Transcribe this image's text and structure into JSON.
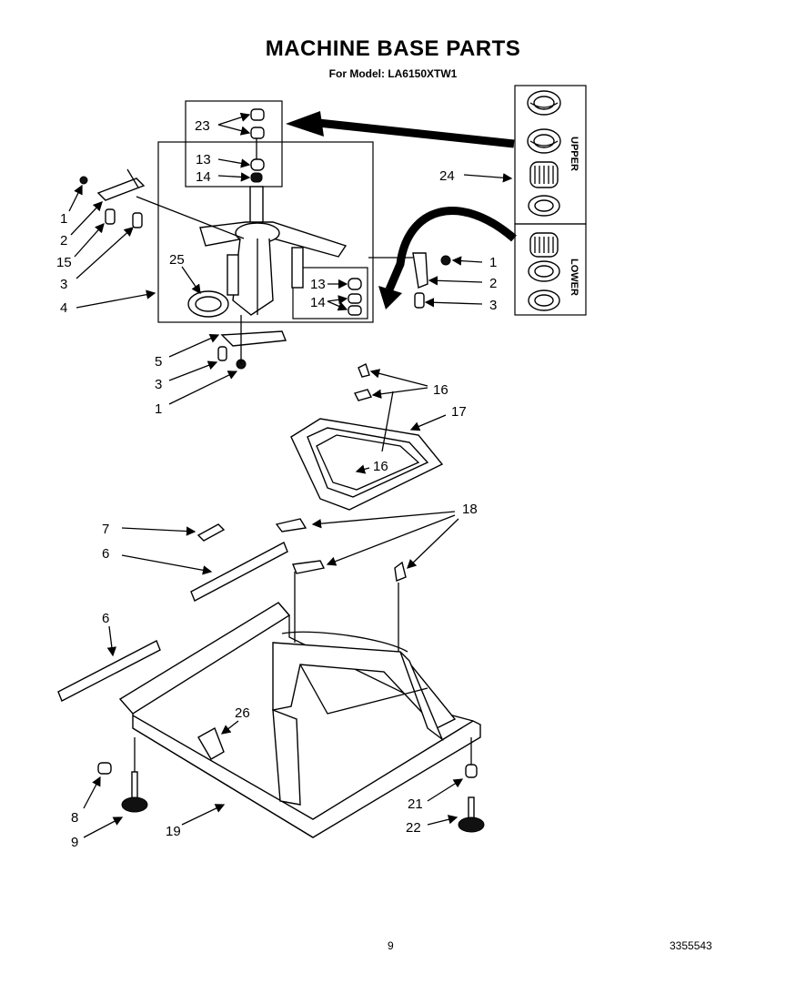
{
  "header": {
    "title": "MACHINE BASE PARTS",
    "subtitle": "For Model: LA6150XTW1"
  },
  "side_labels": {
    "upper": "UPPER",
    "lower": "LOWER"
  },
  "callouts": {
    "c23": "23",
    "c13a": "13",
    "c14a": "14",
    "c1a": "1",
    "c2a": "2",
    "c15": "15",
    "c3a": "3",
    "c4": "4",
    "c25": "25",
    "c13b": "13",
    "c14b": "14",
    "c24": "24",
    "c1b": "1",
    "c2b": "2",
    "c3b": "3",
    "c5": "5",
    "c3c": "3",
    "c1c": "1",
    "c16a": "16",
    "c17": "17",
    "c16b": "16",
    "c18": "18",
    "c7": "7",
    "c6a": "6",
    "c6b": "6",
    "c26": "26",
    "c8": "8",
    "c9": "9",
    "c19": "19",
    "c21": "21",
    "c22": "22"
  },
  "footer": {
    "page": "9",
    "doc_number": "3355543"
  }
}
